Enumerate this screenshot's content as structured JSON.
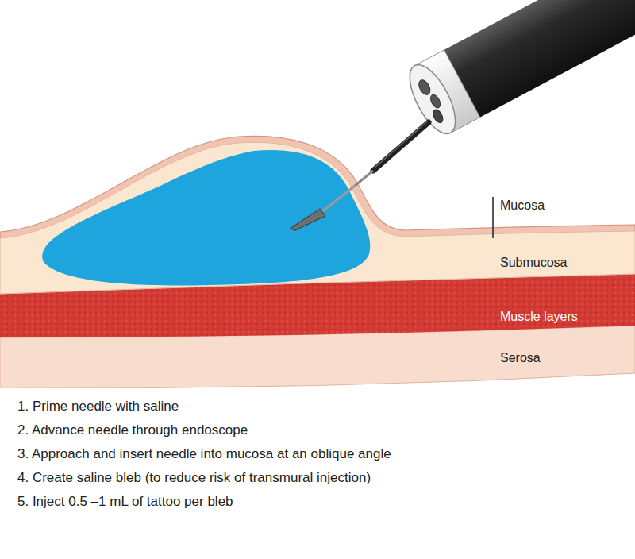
{
  "diagram": {
    "labels": [
      "Mucosa",
      "Submucosa",
      "Muscle layers",
      "Serosa",
      "1. Prime needle with saline",
      "2. Advance needle through endoscope",
      "3. Approach and insert needle into mucosa at an oblique angle",
      "4. Create saline bleb (to reduce risk of transmural injection)",
      "5. Inject 0.5 –1 mL of tattoo per bleb"
    ]
  }
}
